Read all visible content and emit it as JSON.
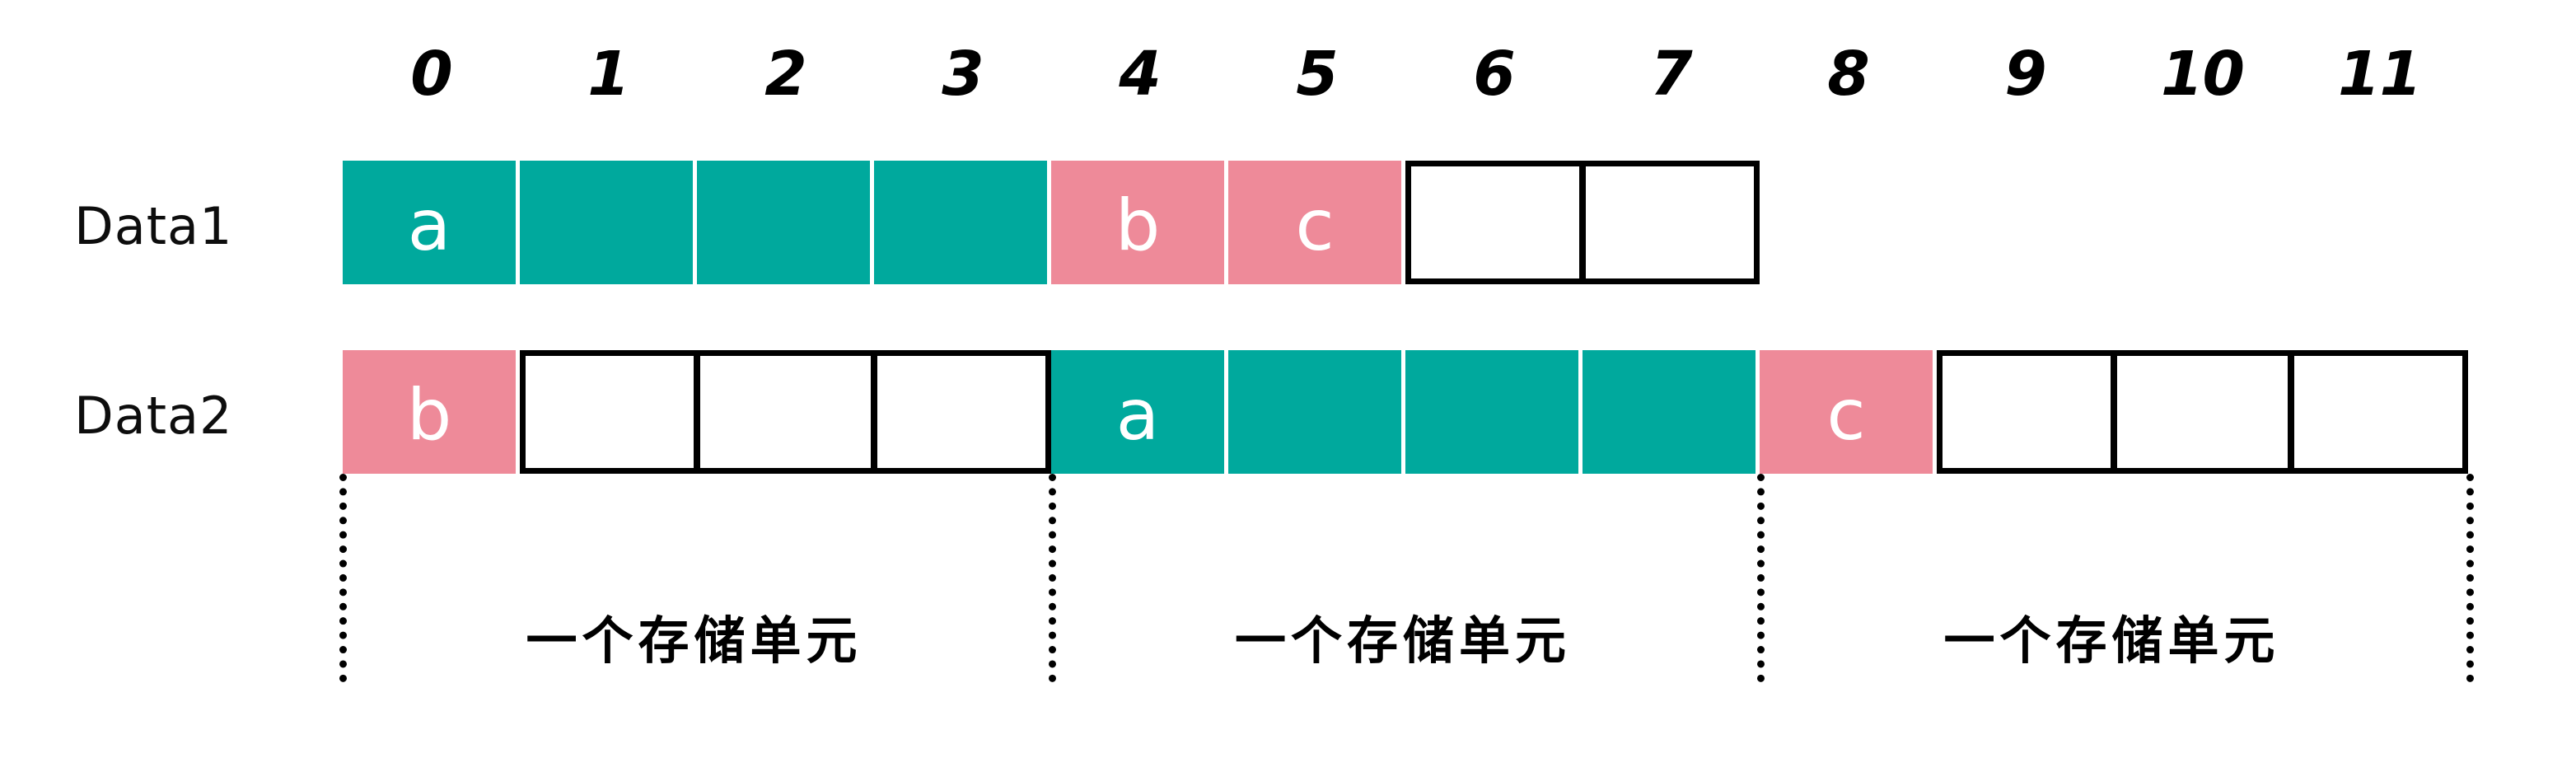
{
  "diagram": {
    "title_text": "",
    "colors": {
      "teal": "#00a99d",
      "pink": "#ee8a99",
      "empty_fill": "#ffffff",
      "outline": "#000000",
      "glyph_text": "#ffffff",
      "background": "#ffffff"
    },
    "column_indices": [
      "0",
      "1",
      "2",
      "3",
      "4",
      "5",
      "6",
      "7",
      "8",
      "9",
      "10",
      "11"
    ],
    "rows": [
      {
        "label": "Data1",
        "cells": [
          {
            "index": "0",
            "state": "teal",
            "glyph": "a"
          },
          {
            "index": "1",
            "state": "teal",
            "glyph": ""
          },
          {
            "index": "2",
            "state": "teal",
            "glyph": ""
          },
          {
            "index": "3",
            "state": "teal",
            "glyph": ""
          },
          {
            "index": "4",
            "state": "pink",
            "glyph": "b"
          },
          {
            "index": "5",
            "state": "pink",
            "glyph": "c"
          },
          {
            "index": "6",
            "state": "empty",
            "glyph": ""
          },
          {
            "index": "7",
            "state": "empty",
            "glyph": ""
          }
        ]
      },
      {
        "label": "Data2",
        "cells": [
          {
            "index": "0",
            "state": "pink",
            "glyph": "b"
          },
          {
            "index": "1",
            "state": "empty",
            "glyph": ""
          },
          {
            "index": "2",
            "state": "empty",
            "glyph": ""
          },
          {
            "index": "3",
            "state": "empty",
            "glyph": ""
          },
          {
            "index": "4",
            "state": "teal",
            "glyph": "a"
          },
          {
            "index": "5",
            "state": "teal",
            "glyph": ""
          },
          {
            "index": "6",
            "state": "teal",
            "glyph": ""
          },
          {
            "index": "7",
            "state": "teal",
            "glyph": ""
          },
          {
            "index": "8",
            "state": "pink",
            "glyph": "c"
          },
          {
            "index": "9",
            "state": "empty",
            "glyph": ""
          },
          {
            "index": "10",
            "state": "empty",
            "glyph": ""
          },
          {
            "index": "11",
            "state": "empty",
            "glyph": ""
          }
        ]
      }
    ],
    "unit_captions": [
      {
        "text": "一个存储单元"
      },
      {
        "text": "一个存储单元"
      },
      {
        "text": "一个存储单元"
      }
    ]
  }
}
